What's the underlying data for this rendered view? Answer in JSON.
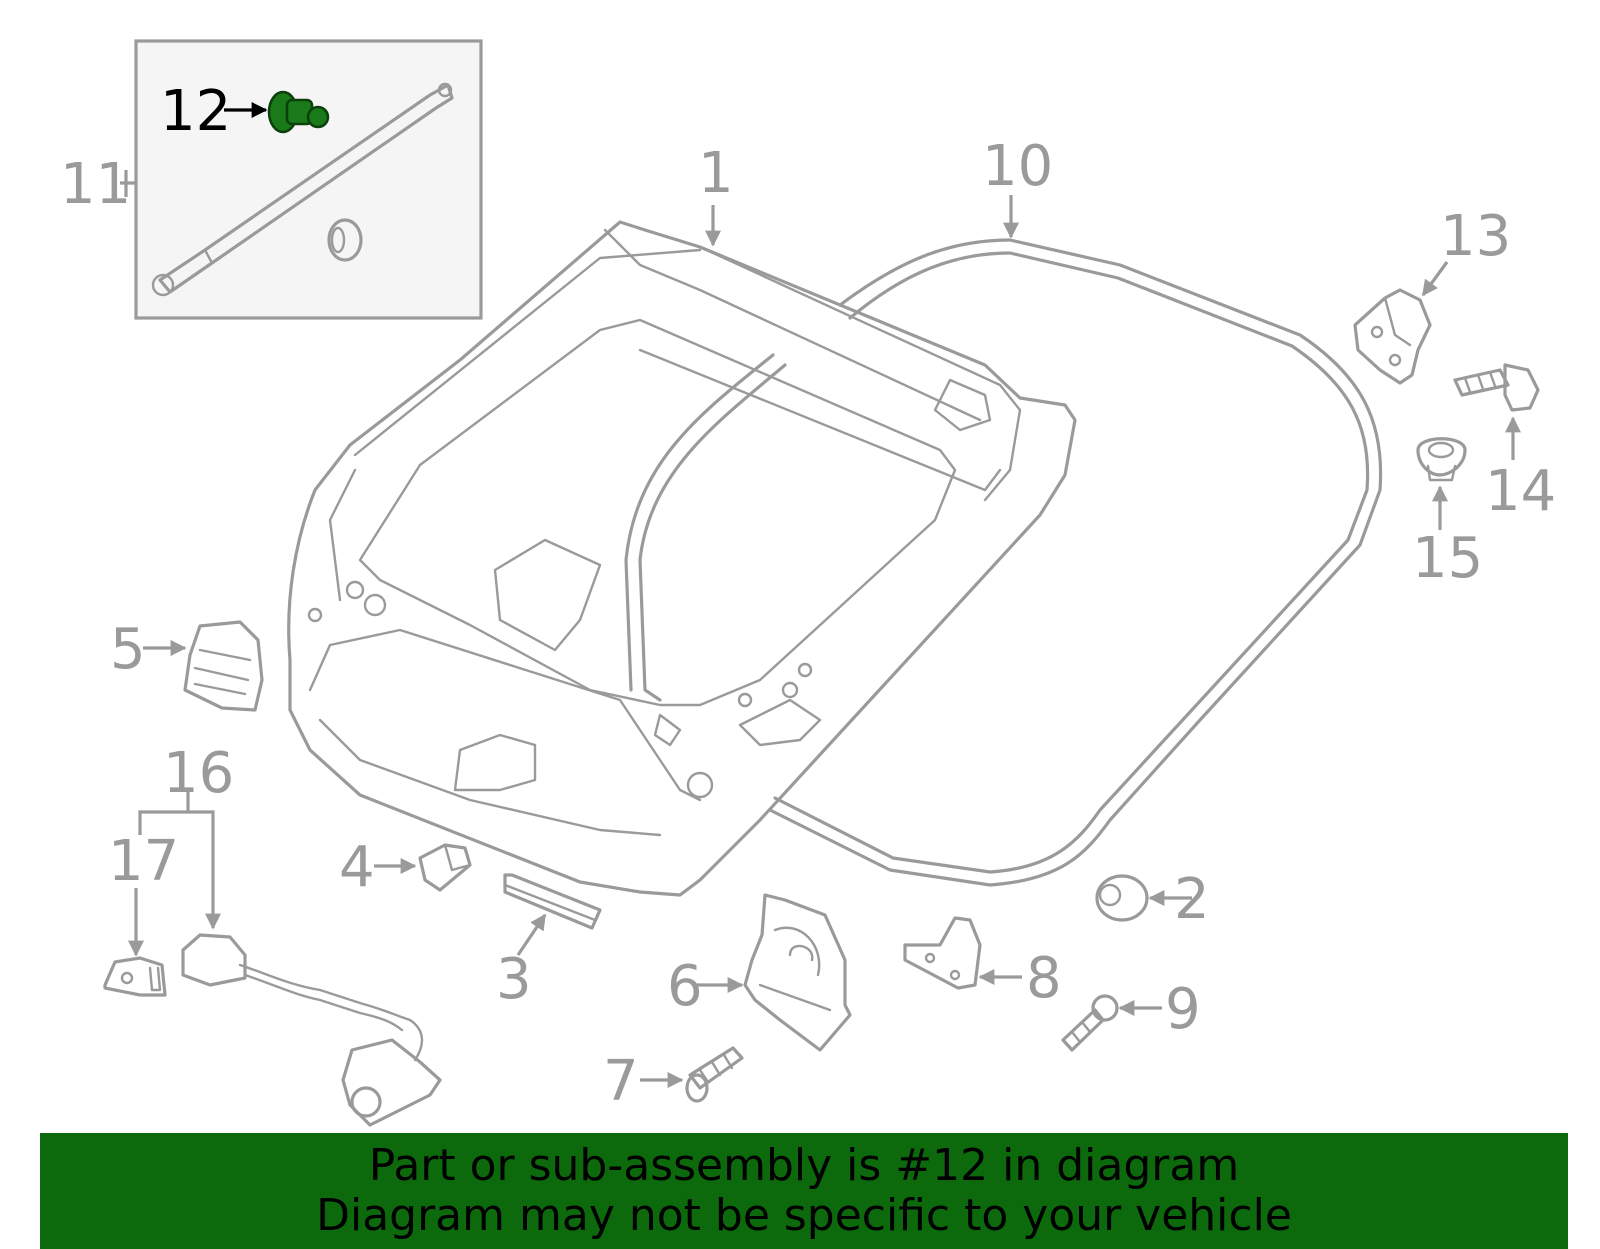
{
  "callouts": {
    "c1": "1",
    "c2": "2",
    "c3": "3",
    "c4": "4",
    "c5": "5",
    "c6": "6",
    "c7": "7",
    "c8": "8",
    "c9": "9",
    "c10": "10",
    "c11": "11",
    "c12": "12",
    "c13": "13",
    "c14": "14",
    "c15": "15",
    "c16": "16",
    "c17": "17"
  },
  "highlight": {
    "part": "12",
    "color": "#1a7a1a",
    "label_color": "#000000"
  },
  "colors": {
    "linework": "#9a9a9a",
    "banner": "#0c6a0c",
    "inset_bg": "#f5f5f5"
  },
  "banner": {
    "line1": "Part or sub-assembly is #12 in diagram",
    "line2": "Diagram may not be specific to your vehicle"
  }
}
